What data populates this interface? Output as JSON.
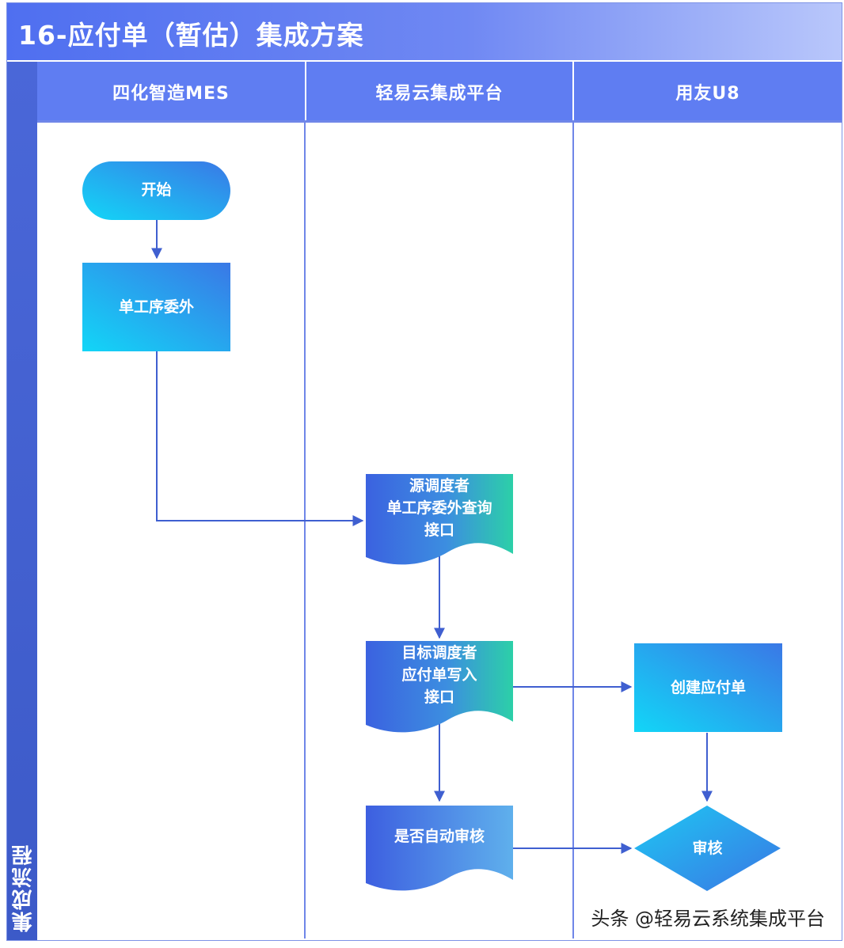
{
  "title": "16-应付单（暂估）集成方案",
  "side_label": "集成流程",
  "lanes": [
    {
      "name": "四化智造MES"
    },
    {
      "name": "轻易云集成平台"
    },
    {
      "name": "用友U8"
    }
  ],
  "nodes": {
    "start": {
      "label": "开始"
    },
    "outsource": {
      "label": "单工序委外"
    },
    "source_query": {
      "line1": "源调度者",
      "line2": "单工序委外查询",
      "line3": "接口"
    },
    "target_write": {
      "line1": "目标调度者",
      "line2": "应付单写入",
      "line3": "接口"
    },
    "auto_audit": {
      "label": "是否自动审核"
    },
    "create_ap": {
      "label": "创建应付单"
    },
    "audit": {
      "label": "审核"
    }
  },
  "watermark": "头条 @轻易云系统集成平台",
  "colors": {
    "header": "#5f7df2",
    "title_gradient_start": "#4f6ff0",
    "side_bar": "#3c5ac8",
    "connector": "#3f5fd0",
    "cyan": "#1ad0f5",
    "blue": "#3f6fe0",
    "teal": "#2cc8a8"
  }
}
